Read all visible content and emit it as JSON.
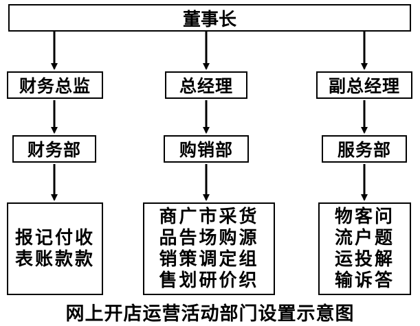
{
  "diagram": {
    "root": {
      "label": "董事长"
    },
    "branches": [
      {
        "head": "财务总监",
        "dept": "财务部",
        "duties": [
          "报记付收",
          "表账款款"
        ]
      },
      {
        "head": "总经理",
        "dept": "购销部",
        "duties": [
          "商广市采货",
          "品告场购源",
          "销策调定组",
          "售划研价织"
        ]
      },
      {
        "head": "副总经理",
        "dept": "服务部",
        "duties": [
          "物客问",
          "流户题",
          "运投解",
          "输诉答"
        ]
      }
    ],
    "caption": "网上开店运营活动部门设置示意图"
  }
}
